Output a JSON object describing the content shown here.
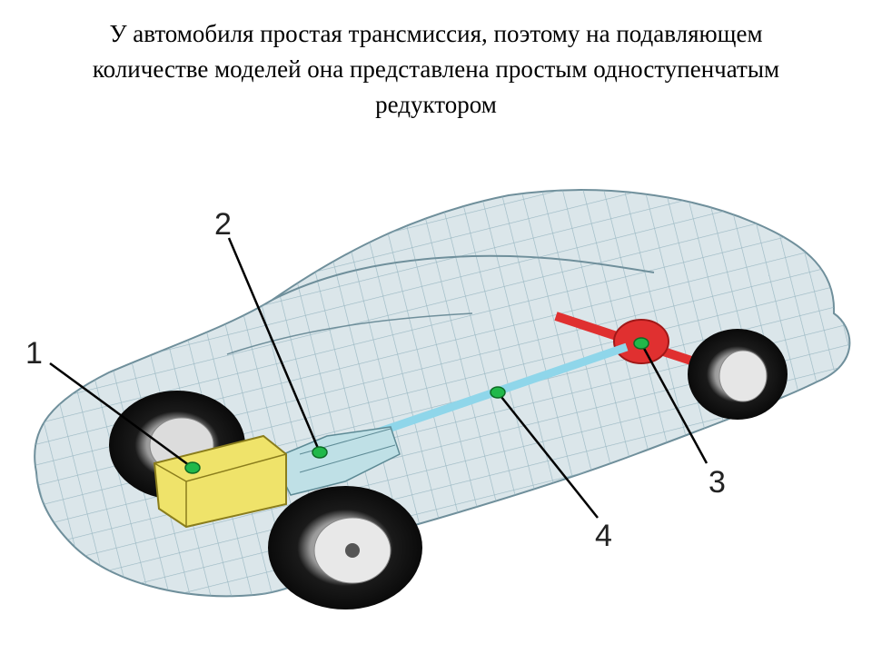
{
  "title": {
    "line1": "У автомобиля простая трансмиссия, поэтому на подавляющем",
    "line2": "количестве моделей она представлена простым одноступенчатым",
    "line3": "редуктором"
  },
  "labels": {
    "l1": "1",
    "l2": "2",
    "l3": "3",
    "l4": "4"
  },
  "colors": {
    "body_mesh": "#8fb0bc",
    "body_fill": "#dbe6ea",
    "shaft": "#8fd6ea",
    "axle": "#e03030",
    "battery": "#efe36a",
    "node": "#21b84a"
  }
}
